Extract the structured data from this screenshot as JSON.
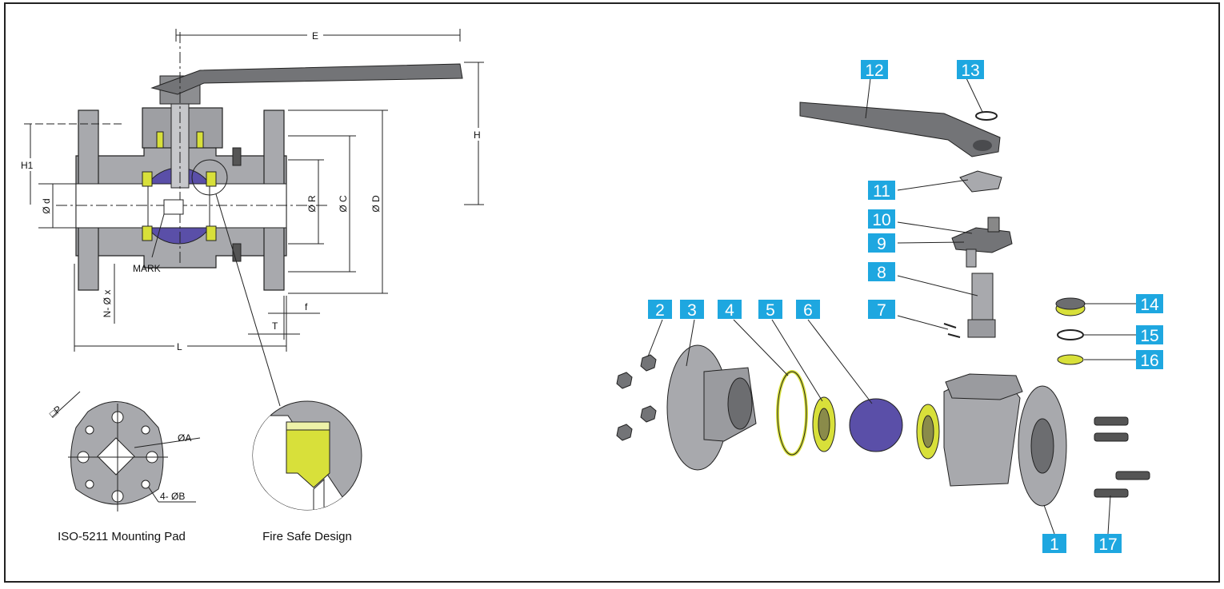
{
  "colors": {
    "steel": "#a8a9ad",
    "steel_dark": "#6c6d70",
    "handle": "#737477",
    "seat_yellow": "#d8e03a",
    "ball_purple": "#5a4fa8",
    "badge": "#1ea7e0",
    "line": "#111111"
  },
  "section_view": {
    "dim_E": "E",
    "dim_H": "H",
    "dim_H1": "H1",
    "dim_d": "Ø d",
    "dim_R": "Ø R",
    "dim_C": "Ø C",
    "dim_D": "Ø D",
    "dim_Nx": "N- Ø x",
    "dim_f": "f",
    "dim_T": "T",
    "dim_L": "L",
    "mark_label": "MARK"
  },
  "mounting_pad": {
    "dim_P": "□P",
    "dim_A": "ØA",
    "dim_B": "4- ØB",
    "caption": "ISO-5211 Mounting Pad"
  },
  "fire_safe": {
    "caption": "Fire Safe Design"
  },
  "exploded_view": {
    "part_numbers": [
      "1",
      "2",
      "3",
      "4",
      "5",
      "6",
      "7",
      "8",
      "9",
      "10",
      "11",
      "12",
      "13",
      "14",
      "15",
      "16",
      "17"
    ]
  }
}
